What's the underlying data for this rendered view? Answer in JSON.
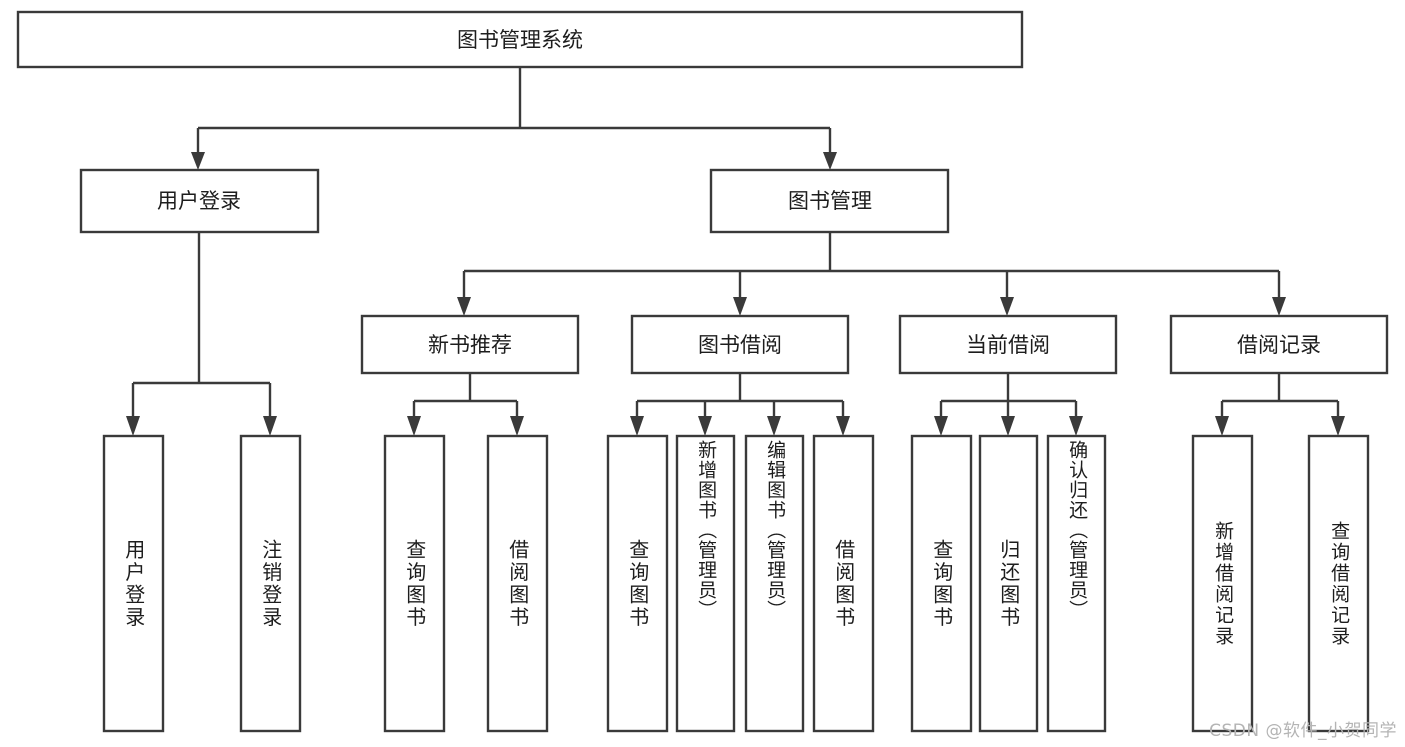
{
  "diagram": {
    "title": "图书管理系统",
    "type": "tree",
    "watermark": "CSDN @软件_小贺同学",
    "colors": {
      "box_stroke": "#3a3a3a",
      "box_fill": "#ffffff",
      "text": "#1d1d1d",
      "connector": "#3a3a3a",
      "watermark": "#b4b4b4",
      "background": "#ffffff"
    },
    "levels": {
      "root": {
        "label": "图书管理系统",
        "orientation": "horizontal"
      },
      "level2": [
        {
          "id": "user-login",
          "label": "用户登录",
          "orientation": "horizontal"
        },
        {
          "id": "book-manage",
          "label": "图书管理",
          "orientation": "horizontal"
        }
      ],
      "level3": [
        {
          "id": "new-book-recommend",
          "label": "新书推荐",
          "orientation": "horizontal",
          "parent": "book-manage"
        },
        {
          "id": "book-borrow",
          "label": "图书借阅",
          "orientation": "horizontal",
          "parent": "book-manage"
        },
        {
          "id": "current-borrow",
          "label": "当前借阅",
          "orientation": "horizontal",
          "parent": "book-manage"
        },
        {
          "id": "borrow-record",
          "label": "借阅记录",
          "orientation": "horizontal",
          "parent": "book-manage"
        }
      ],
      "leaves": [
        {
          "id": "leaf-user-login",
          "label": "用户登录",
          "orientation": "vertical",
          "parent": "user-login"
        },
        {
          "id": "leaf-logout",
          "label": "注销登录",
          "orientation": "vertical",
          "parent": "user-login"
        },
        {
          "id": "leaf-query-book-1",
          "label": "查询图书",
          "orientation": "vertical",
          "parent": "new-book-recommend"
        },
        {
          "id": "leaf-borrow-book-1",
          "label": "借阅图书",
          "orientation": "vertical",
          "parent": "new-book-recommend"
        },
        {
          "id": "leaf-query-book-2",
          "label": "查询图书",
          "orientation": "vertical",
          "parent": "book-borrow"
        },
        {
          "id": "leaf-add-book",
          "label": "新增图书（管理员）",
          "orientation": "vertical",
          "parent": "book-borrow"
        },
        {
          "id": "leaf-edit-book",
          "label": "编辑图书（管理员）",
          "orientation": "vertical",
          "parent": "book-borrow"
        },
        {
          "id": "leaf-borrow-book-2",
          "label": "借阅图书",
          "orientation": "vertical",
          "parent": "book-borrow"
        },
        {
          "id": "leaf-query-book-3",
          "label": "查询图书",
          "orientation": "vertical",
          "parent": "current-borrow"
        },
        {
          "id": "leaf-return-book",
          "label": "归还图书",
          "orientation": "vertical",
          "parent": "current-borrow"
        },
        {
          "id": "leaf-confirm-return",
          "label": "确认归还（管理员）",
          "orientation": "vertical",
          "parent": "current-borrow"
        },
        {
          "id": "leaf-add-record",
          "label": "新增借阅记录",
          "orientation": "vertical",
          "parent": "borrow-record"
        },
        {
          "id": "leaf-query-record",
          "label": "查询借阅记录",
          "orientation": "vertical",
          "parent": "borrow-record"
        }
      ]
    }
  }
}
